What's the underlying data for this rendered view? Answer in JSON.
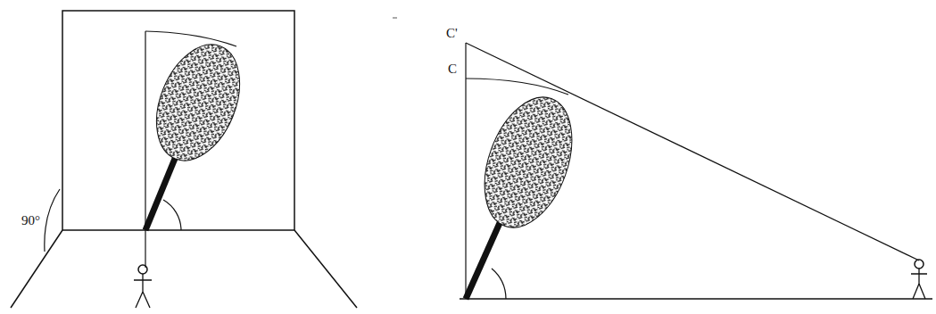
{
  "diagram": {
    "labels": [
      "90°",
      "C'",
      "C"
    ]
  }
}
